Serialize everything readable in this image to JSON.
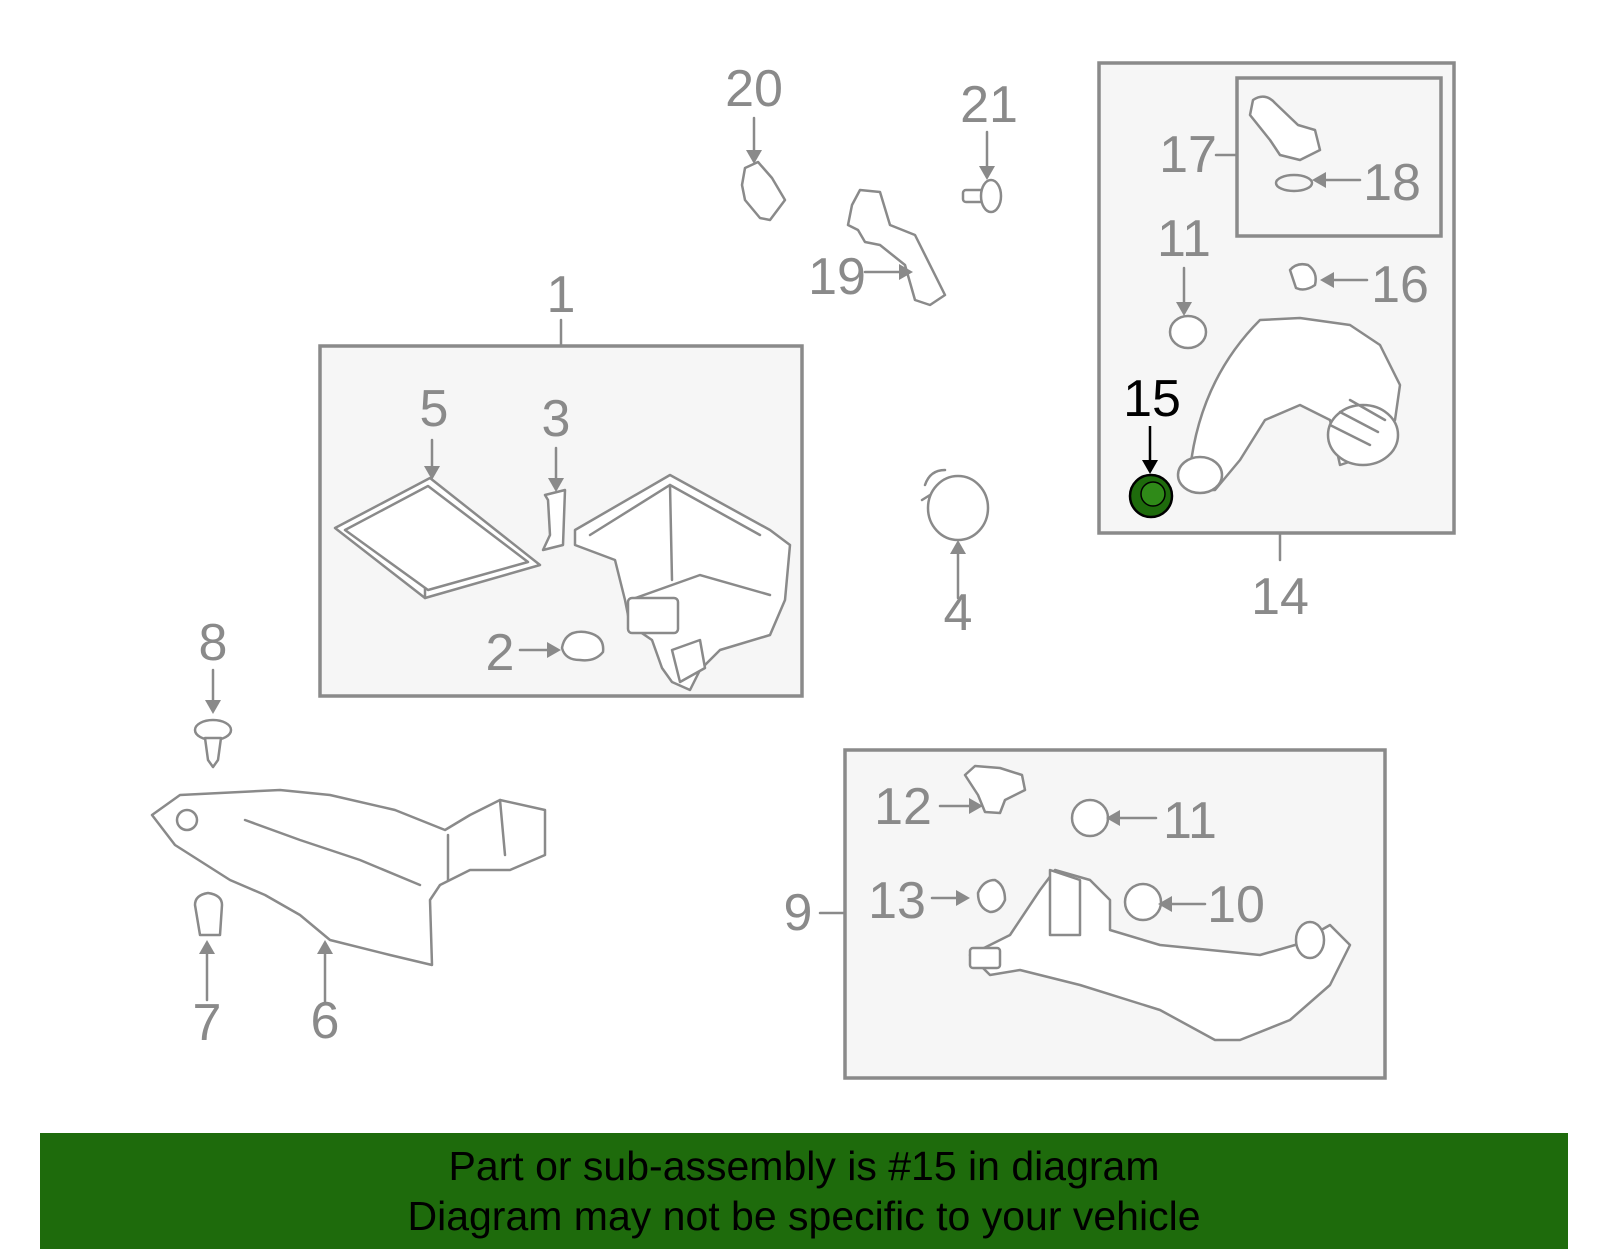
{
  "diagram": {
    "callouts": {
      "c1": "1",
      "c2": "2",
      "c3": "3",
      "c4": "4",
      "c5": "5",
      "c6": "6",
      "c7": "7",
      "c8": "8",
      "c9": "9",
      "c10": "10",
      "c11a": "11",
      "c11b": "11",
      "c12": "12",
      "c13": "13",
      "c14": "14",
      "c15": "15",
      "c16": "16",
      "c17": "17",
      "c18": "18",
      "c19": "19",
      "c20": "20",
      "c21": "21"
    },
    "highlighted_part": "15"
  },
  "banner": {
    "line1": "Part or sub-assembly is #15 in diagram",
    "line2": "Diagram may not be specific to your vehicle"
  },
  "colors": {
    "line_gray": "#8a8a8a",
    "highlight_green": "#1e6b0c",
    "banner_green": "#1e6b0c"
  }
}
